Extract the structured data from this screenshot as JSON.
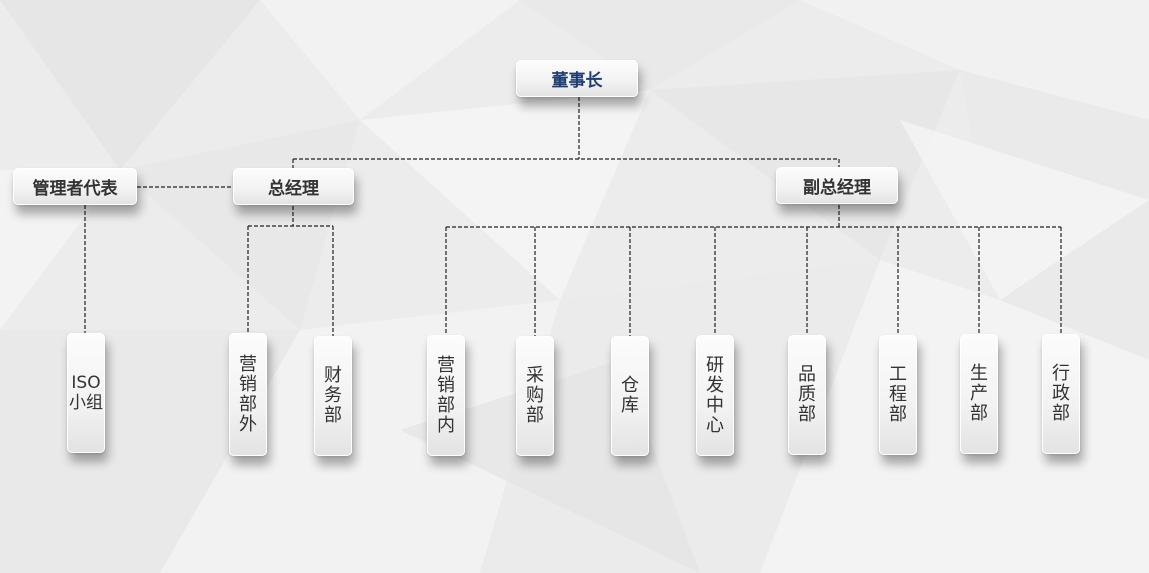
{
  "chart": {
    "chairman": "董事长",
    "general_manager": "总经理",
    "deputy_general_manager": "副总经理",
    "management_representative": "管理者代表",
    "iso_group": "ISO小组",
    "external_sales_dept": "营销部外",
    "finance_dept": "财务部",
    "internal_sales_dept": "营销部内",
    "purchasing_dept": "采购部",
    "warehouse": "仓库",
    "rd_center": "研发中心",
    "quality_dept": "品质部",
    "engineering_dept": "工程部",
    "production_dept": "生产部",
    "administration_dept": "行政部"
  },
  "colors": {
    "chairman_text": "#1f3d73",
    "node_text": "#333333",
    "connector": "#222222",
    "background": "#ececec"
  }
}
